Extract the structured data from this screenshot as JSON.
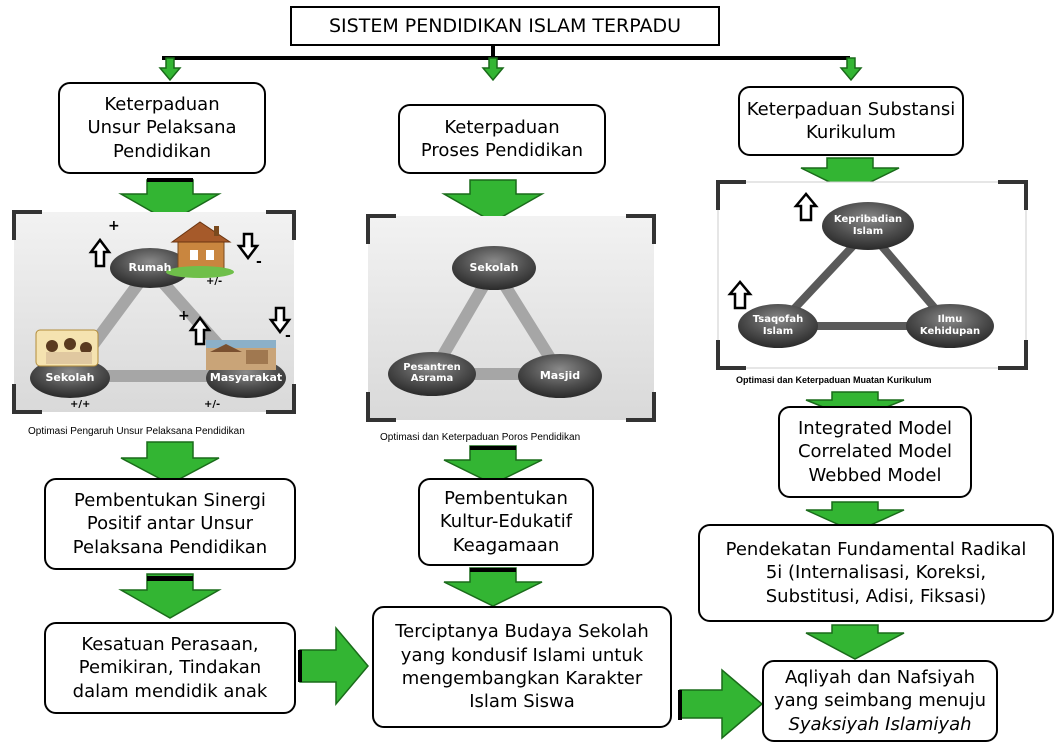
{
  "title": "SISTEM PENDIDIKAN ISLAM TERPADU",
  "colors": {
    "arrow_fill": "#33b533",
    "arrow_stroke": "#1a6b1a",
    "node": "#4d4d4d",
    "panel_bg": "#e6e6e6"
  },
  "columns": [
    {
      "header_lines": [
        "Keterpaduan",
        "Unsur Pelaksana",
        "Pendidikan"
      ],
      "panel": {
        "nodes": {
          "top": "Rumah",
          "left": "Sekolah",
          "right": "Masyarakat"
        },
        "marks": {
          "plus_top": "+",
          "minus_top": "-",
          "pm_top": "+/-",
          "plus_right": "+",
          "minus_right": "-",
          "left_bottom": "+/+",
          "right_bottom": "+/-"
        }
      },
      "caption": "Optimasi Pengaruh Unsur Pelaksana Pendidikan",
      "box2_lines": [
        "Pembentukan Sinergi",
        "Positif antar Unsur",
        "Pelaksana Pendidikan"
      ],
      "box3_lines": [
        "Kesatuan Perasaan,",
        "Pemikiran, Tindakan",
        "dalam mendidik anak"
      ]
    },
    {
      "header_lines": [
        "Keterpaduan",
        "Proses Pendidikan"
      ],
      "panel": {
        "nodes": {
          "top": "Sekolah",
          "left1": "Pesantren",
          "left2": "Asrama",
          "right": "Masjid"
        }
      },
      "caption": "Optimasi dan Keterpaduan Poros Pendidikan",
      "box2_lines": [
        "Pembentukan",
        "Kultur-Edukatif",
        "Keagamaan"
      ],
      "box3_lines": [
        "Terciptanya Budaya Sekolah",
        "yang kondusif Islami untuk",
        "mengembangkan Karakter",
        "Islam Siswa"
      ]
    },
    {
      "header_lines": [
        "Keterpaduan Substansi",
        "Kurikulum"
      ],
      "panel": {
        "nodes": {
          "top1": "Kepribadian",
          "top2": "Islam",
          "left1": "Tsaqofah",
          "left2": "Islam",
          "right1": "Ilmu",
          "right2": "Kehidupan"
        }
      },
      "caption": "Optimasi dan Keterpaduan Muatan Kurikulum",
      "box2_lines": [
        "Integrated  Model",
        "Correlated Model",
        "Webbed Model"
      ],
      "box3_lines": [
        "Pendekatan Fundamental Radikal",
        "5i (Internalisasi, Koreksi,",
        "Substitusi, Adisi, Fiksasi)"
      ],
      "box4_lines": [
        "Aqliyah dan Nafsiyah",
        "yang seimbang menuju",
        "Syaksiyah Islamiyah"
      ]
    }
  ]
}
